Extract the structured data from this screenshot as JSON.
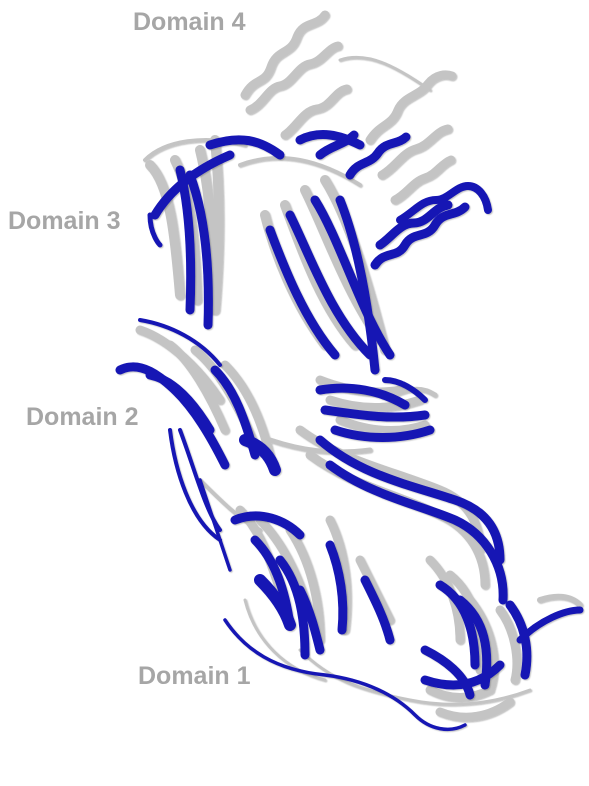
{
  "labels": {
    "domain4": "Domain 4",
    "domain3": "Domain 3",
    "domain2": "Domain 2",
    "domain1": "Domain 1"
  },
  "colors": {
    "structure_a": "#1414b4",
    "structure_b": "#c4c4c4",
    "label": "#a6a6a6"
  }
}
